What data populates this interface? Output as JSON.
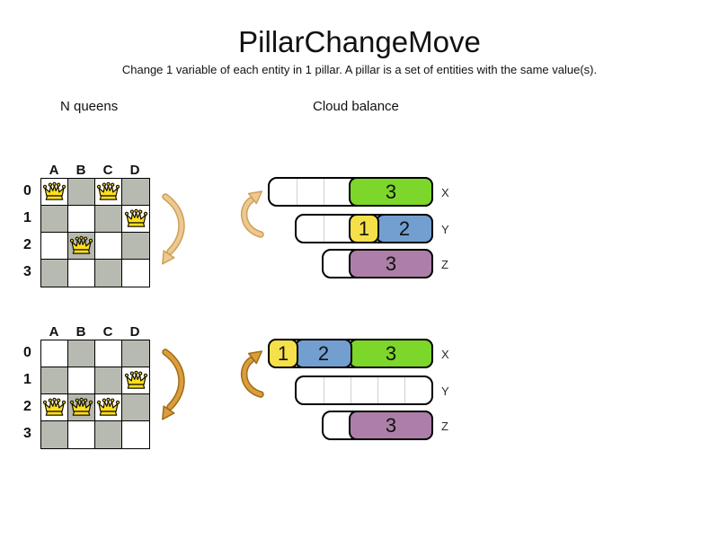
{
  "header": {
    "title": "PillarChangeMove",
    "subtitle": "Change 1 variable of each entity in 1 pillar. A pillar is a set of entities with the same value(s)."
  },
  "nqueens": {
    "label": "N queens",
    "columns": [
      "A",
      "B",
      "C",
      "D"
    ],
    "rows": [
      "0",
      "1",
      "2",
      "3"
    ],
    "before": {
      "queens": [
        {
          "col": "A",
          "row": "0"
        },
        {
          "col": "C",
          "row": "0"
        },
        {
          "col": "D",
          "row": "1"
        },
        {
          "col": "B",
          "row": "2"
        }
      ]
    },
    "after": {
      "queens": [
        {
          "col": "D",
          "row": "1"
        },
        {
          "col": "A",
          "row": "2"
        },
        {
          "col": "B",
          "row": "2"
        },
        {
          "col": "C",
          "row": "2"
        }
      ]
    }
  },
  "cloudbalance": {
    "label": "Cloud balance",
    "before": {
      "computers": [
        {
          "label": "X",
          "capacity": 6,
          "processes": [
            {
              "value": "3",
              "size": 3,
              "color": "#7dd62a"
            }
          ]
        },
        {
          "label": "Y",
          "capacity": 5,
          "processes": [
            {
              "value": "1",
              "size": 1,
              "color": "#f5e04a"
            },
            {
              "value": "2",
              "size": 2,
              "color": "#729fcf"
            }
          ]
        },
        {
          "label": "Z",
          "capacity": 4,
          "processes": [
            {
              "value": "3",
              "size": 3,
              "color": "#ad7fa8"
            }
          ]
        }
      ]
    },
    "after": {
      "computers": [
        {
          "label": "X",
          "capacity": 6,
          "processes": [
            {
              "value": "1",
              "size": 1,
              "color": "#f5e04a"
            },
            {
              "value": "2",
              "size": 2,
              "color": "#729fcf"
            },
            {
              "value": "3",
              "size": 3,
              "color": "#7dd62a"
            }
          ]
        },
        {
          "label": "Y",
          "capacity": 5,
          "processes": []
        },
        {
          "label": "Z",
          "capacity": 4,
          "processes": [
            {
              "value": "3",
              "size": 3,
              "color": "#ad7fa8"
            }
          ]
        }
      ]
    }
  },
  "colors": {
    "board_dark": "#b7bab0",
    "board_light": "#ffffff",
    "queen_fill": "#ffdf1f",
    "green": "#7dd62a",
    "yellow": "#f5e04a",
    "blue": "#729fcf",
    "purple": "#ad7fa8",
    "arrow_tan_fill": "#ecc893",
    "arrow_tan_border": "#cfa055",
    "arrow_orange_fill": "#dc9c3e",
    "arrow_orange_border": "#9c6d14"
  }
}
